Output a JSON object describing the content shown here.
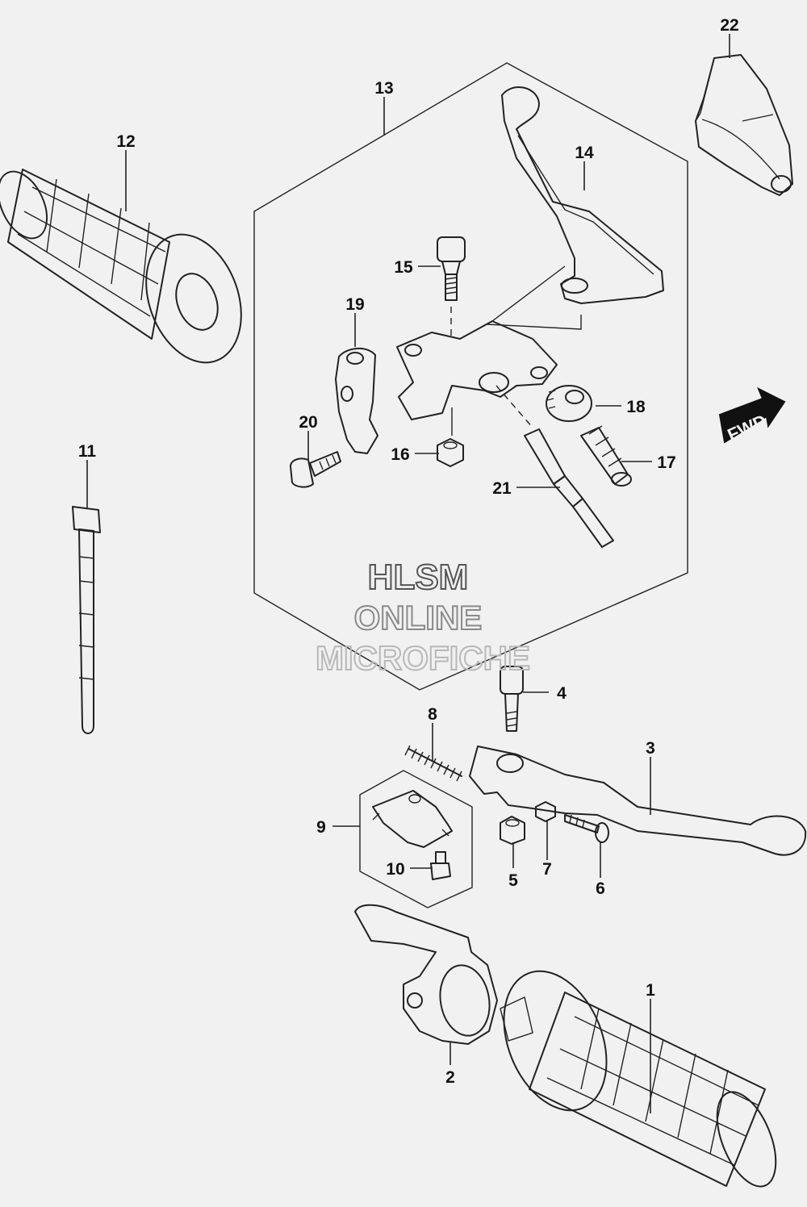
{
  "watermark": {
    "line1": "HLSM",
    "line2": "ONLINE",
    "line3": "MICROFICHE"
  },
  "fwd_label": "FWD",
  "callouts": [
    "1",
    "2",
    "3",
    "4",
    "5",
    "6",
    "7",
    "8",
    "9",
    "10",
    "11",
    "12",
    "13",
    "14",
    "15",
    "16",
    "17",
    "18",
    "19",
    "20",
    "21",
    "22"
  ],
  "colors": {
    "background": "#f1f1f1",
    "ink": "#222222",
    "watermark_gray": "#a8a8a8"
  }
}
